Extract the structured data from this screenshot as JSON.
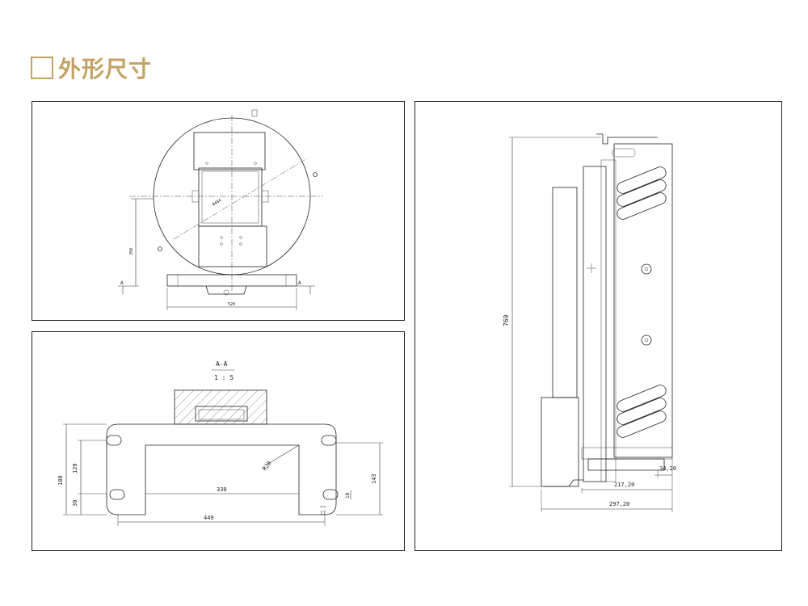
{
  "header": {
    "title": "外形尺寸",
    "accent_color": "#c3a264"
  },
  "front_view": {
    "dim_width": "520",
    "dim_height": "350",
    "dim_diameter": "Φ484",
    "section_mark": "A"
  },
  "section_view": {
    "label": "A-A",
    "scale": "1 : 5",
    "dim_330": "330",
    "dim_449": "449",
    "dim_180": "180",
    "dim_120": "120",
    "dim_30": "30",
    "dim_143": "143",
    "dim_18": "18",
    "dim_17": "17",
    "dim_r20": "R20"
  },
  "side_view": {
    "dim_height": "769",
    "dim_217": "217,20",
    "dim_297": "297,20",
    "dim_34": "34,20"
  }
}
